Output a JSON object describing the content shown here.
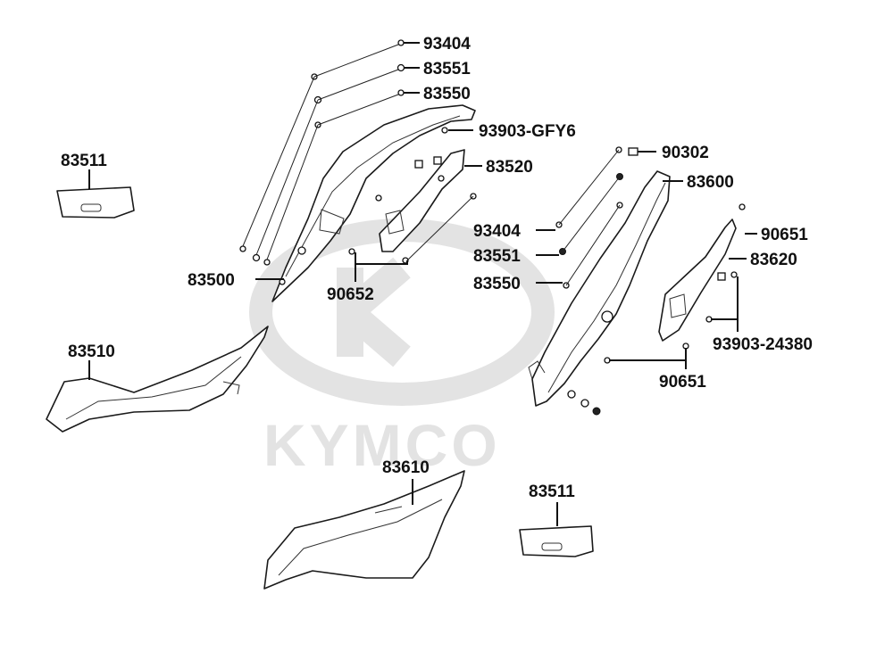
{
  "watermark": {
    "brand": "KYMCO"
  },
  "callouts": {
    "c93404_top": "93404",
    "c83551_top": "83551",
    "c83550_top": "83550",
    "c93903_gfy6": "93903-GFY6",
    "c83520": "83520",
    "c83511_top": "83511",
    "c83500": "83500",
    "c90652": "90652",
    "c90302": "90302",
    "c83600": "83600",
    "c93404_right": "93404",
    "c83551_right": "83551",
    "c83550_right": "83550",
    "c90651_top": "90651",
    "c83620": "83620",
    "c93903_24380": "93903-24380",
    "c90651_bottom": "90651",
    "c83510": "83510",
    "c83610": "83610",
    "c83511_bottom": "83511"
  }
}
